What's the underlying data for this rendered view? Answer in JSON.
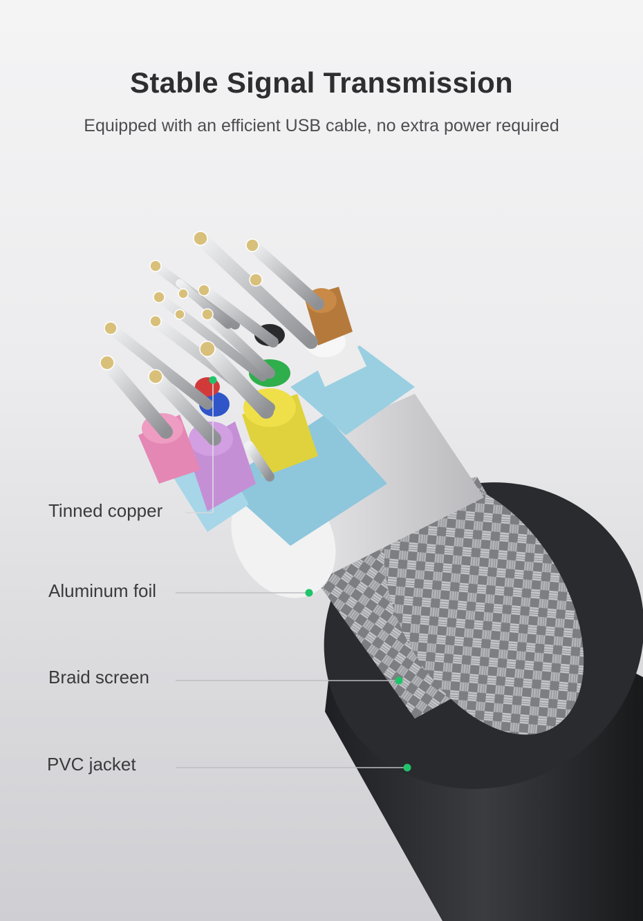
{
  "header": {
    "title": "Stable Signal Transmission",
    "subtitle": "Equipped with an efficient USB cable, no extra power required"
  },
  "callouts": [
    {
      "id": "tinned-copper",
      "label": "Tinned copper"
    },
    {
      "id": "aluminum-foil",
      "label": "Aluminum foil"
    },
    {
      "id": "braid-screen",
      "label": "Braid screen"
    },
    {
      "id": "pvc-jacket",
      "label": "PVC jacket"
    }
  ],
  "colors": {
    "accent_dot": "#1fc46a",
    "jacket": "#2a2b2e",
    "foil": "#e6e6e8",
    "braid": "#a8a8ac",
    "copper": "#c9cbce",
    "insulation_pink": "#e487b4",
    "insulation_purple": "#c58fd6",
    "insulation_yellow": "#e0d23c",
    "insulation_white": "#ececec",
    "insulation_brown": "#b57a3b",
    "insulation_green": "#2fae4c",
    "insulation_blue": "#2f55c9",
    "insulation_black": "#2a2a2c",
    "inner_sheath": "#8ec6dc"
  }
}
